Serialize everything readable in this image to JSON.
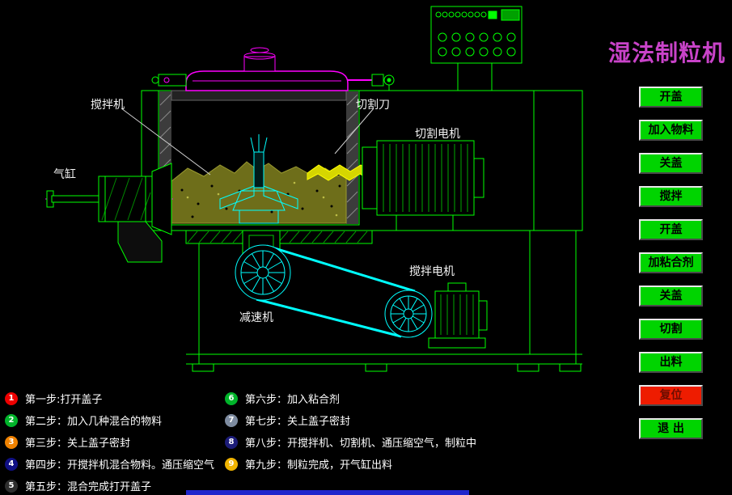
{
  "title": "湿法制粒机",
  "colors": {
    "accent_green": "#00ff00",
    "cyan": "#00ffff",
    "magenta": "#ff00ff",
    "material_olive": "#6e6e1a",
    "button_green": "#00d400",
    "reset_red": "#ee1c00",
    "title_magenta": "#c943c9",
    "bottom_bar_blue": "#2026cc"
  },
  "buttons": [
    {
      "label": "开盖"
    },
    {
      "label": "加入物料"
    },
    {
      "label": "关盖"
    },
    {
      "label": "搅拌"
    },
    {
      "label": "开盖"
    },
    {
      "label": "加粘合剂"
    },
    {
      "label": "关盖"
    },
    {
      "label": "切割"
    },
    {
      "label": "出料"
    },
    {
      "label": "复位"
    },
    {
      "label": "退 出"
    }
  ],
  "machine_labels": {
    "mixer": "搅拌机",
    "cutter": "切割刀",
    "cutting_motor": "切割电机",
    "air_cylinder": "气缸",
    "reducer": "减速机",
    "stirring_motor": "搅拌电机"
  },
  "steps": [
    {
      "num": "1",
      "text": "第一步:打开盖子",
      "color": "#ee0000"
    },
    {
      "num": "2",
      "text": "第二步：加入几种混合的物料",
      "color": "#00b42a"
    },
    {
      "num": "3",
      "text": "第三步：关上盖子密封",
      "color": "#f08200"
    },
    {
      "num": "4",
      "text": "第四步：开搅拌机混合物料。通压缩空气",
      "color": "#101084"
    },
    {
      "num": "5",
      "text": "第五步：混合完成打开盖子",
      "color": "#2e2e2e"
    },
    {
      "num": "6",
      "text": "第六步：加入粘合剂",
      "color": "#00b42a"
    },
    {
      "num": "7",
      "text": "第七步：关上盖子密封",
      "color": "#7d8ba0"
    },
    {
      "num": "8",
      "text": "第八步：开搅拌机、切割机、通压缩空气，制粒中",
      "color": "#1c1c78"
    },
    {
      "num": "9",
      "text": "第九步：制粒完成，开气缸出料",
      "color": "#f0b400"
    }
  ]
}
